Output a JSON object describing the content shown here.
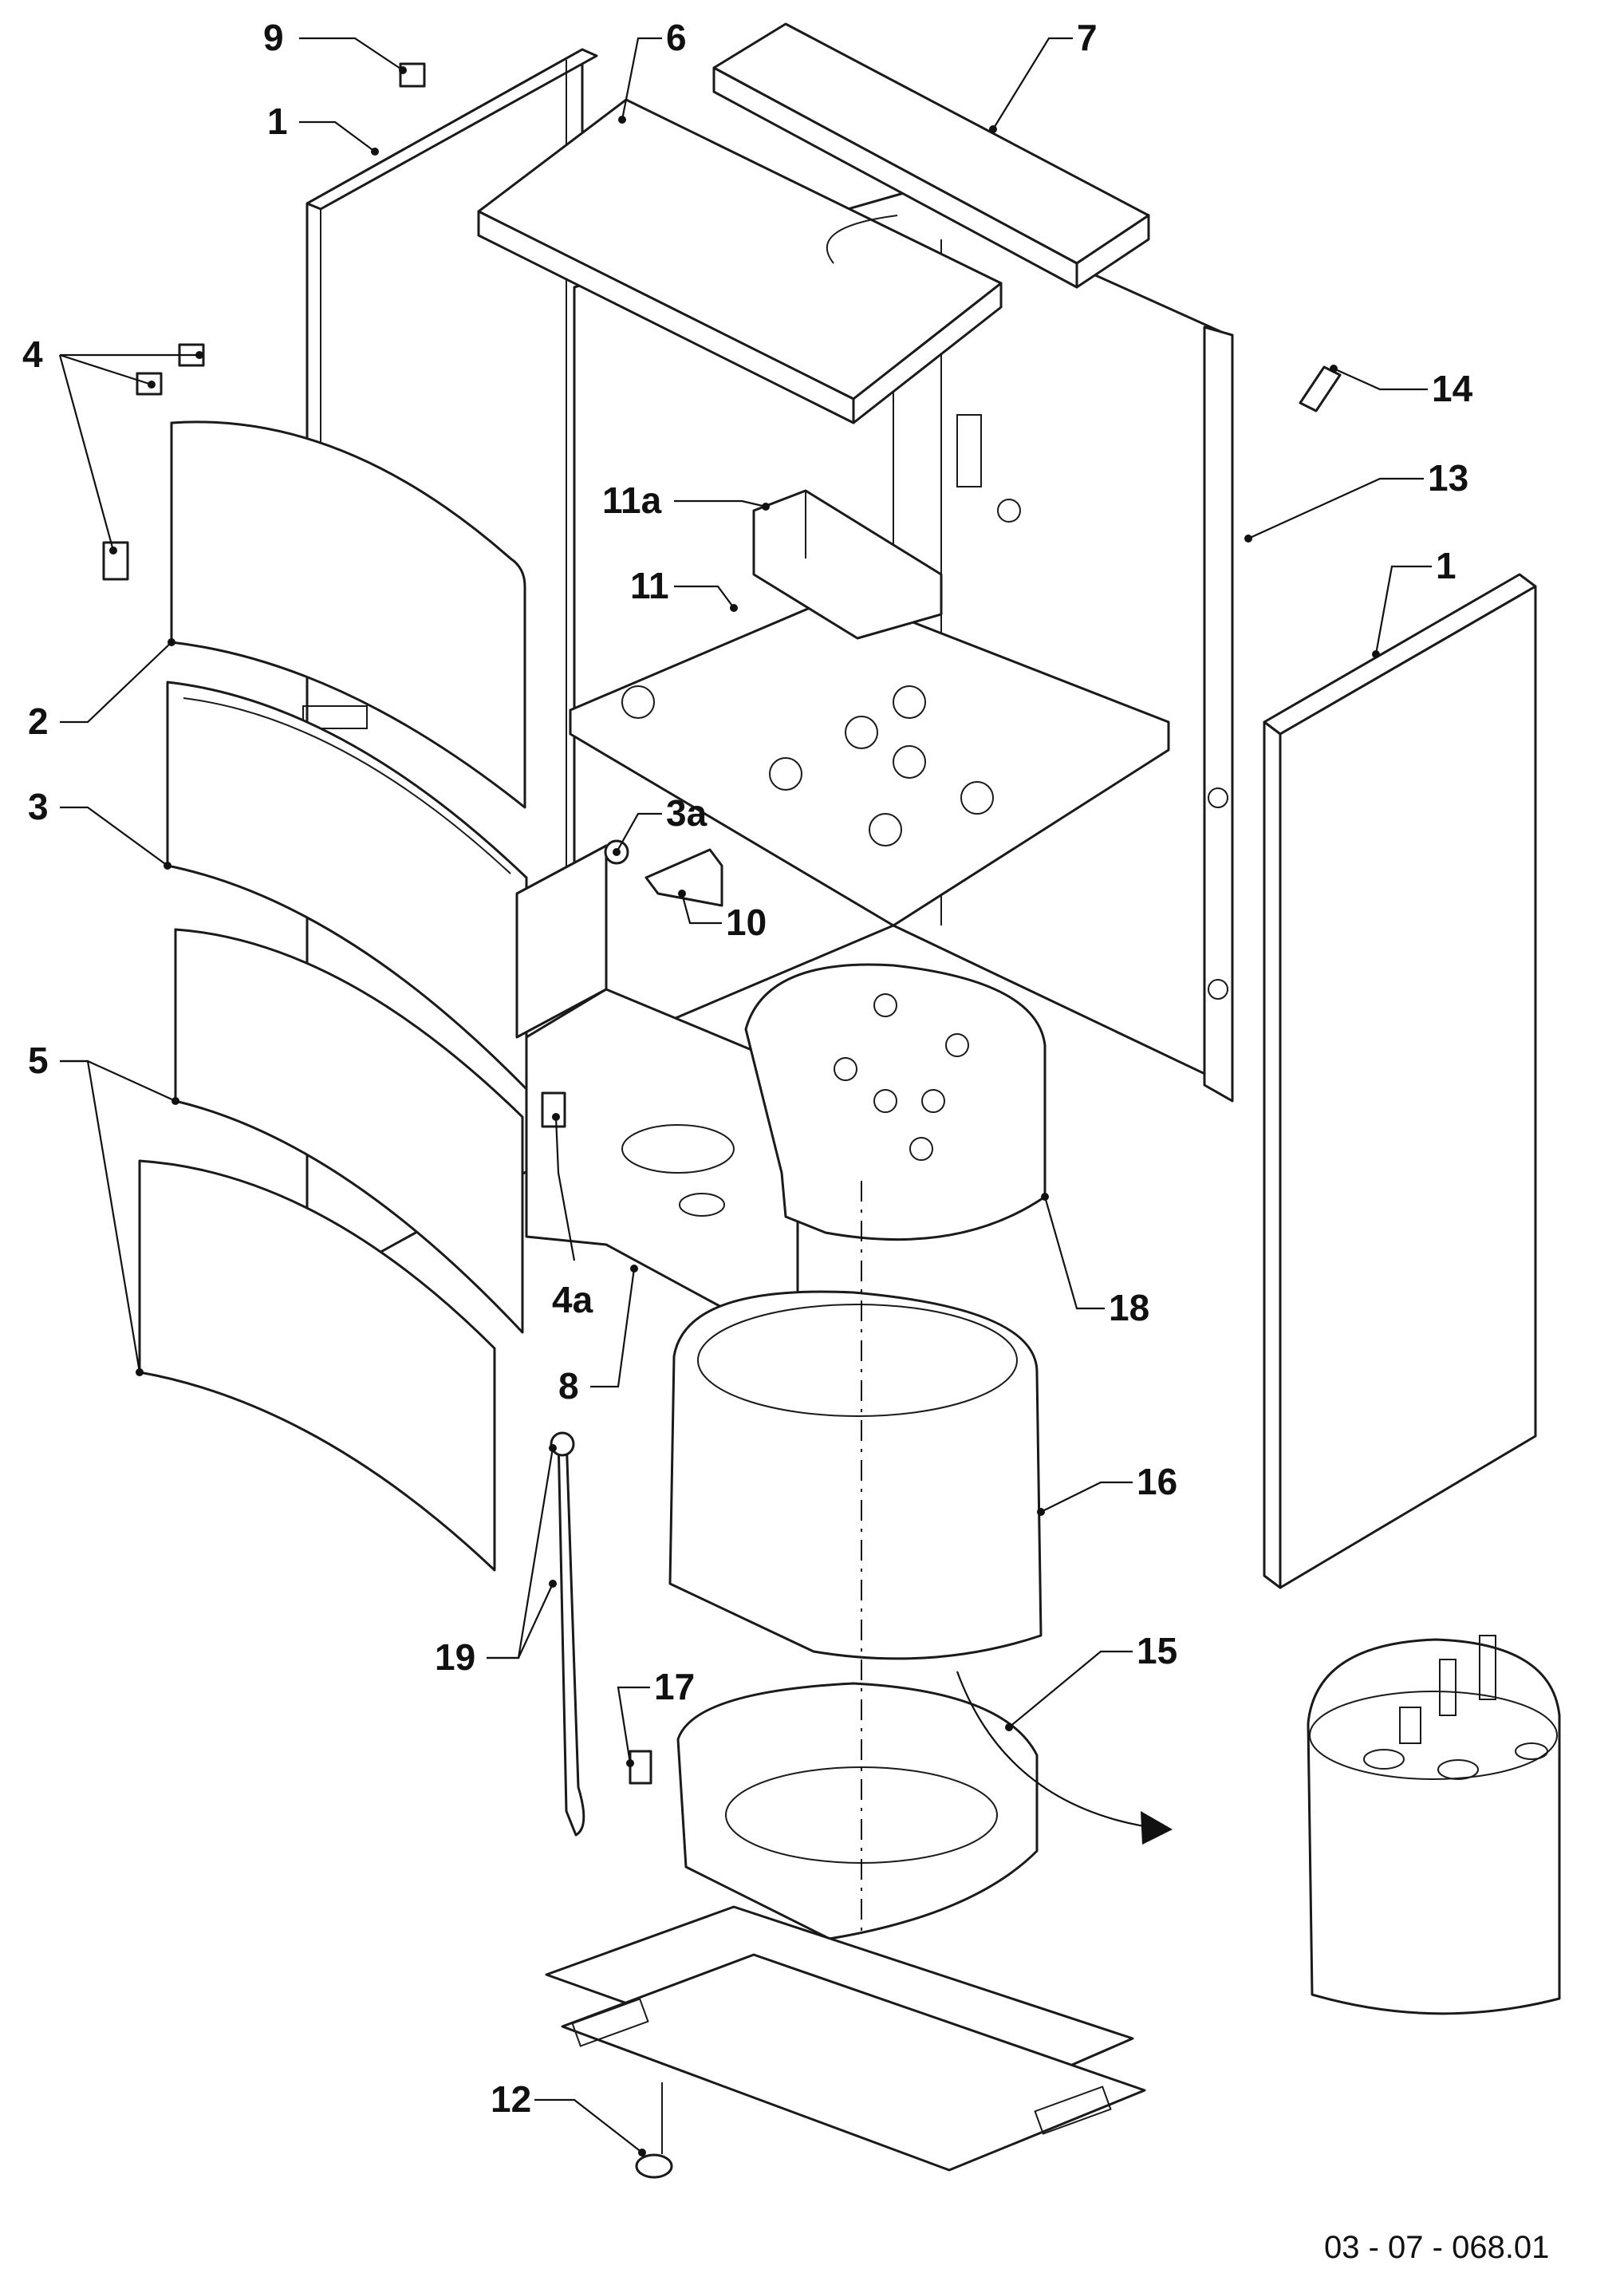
{
  "drawing_reference": "03 - 07 - 068.01",
  "callouts": [
    {
      "id": "c9",
      "label": "9"
    },
    {
      "id": "c1-left",
      "label": "1"
    },
    {
      "id": "c6",
      "label": "6"
    },
    {
      "id": "c7",
      "label": "7"
    },
    {
      "id": "c4",
      "label": "4"
    },
    {
      "id": "c14",
      "label": "14"
    },
    {
      "id": "c13",
      "label": "13"
    },
    {
      "id": "c11a",
      "label": "11a"
    },
    {
      "id": "c11",
      "label": "11"
    },
    {
      "id": "c1-right",
      "label": "1"
    },
    {
      "id": "c2",
      "label": "2"
    },
    {
      "id": "c3",
      "label": "3"
    },
    {
      "id": "c3a",
      "label": "3a"
    },
    {
      "id": "c10",
      "label": "10"
    },
    {
      "id": "c5",
      "label": "5"
    },
    {
      "id": "c4a",
      "label": "4a"
    },
    {
      "id": "c18",
      "label": "18"
    },
    {
      "id": "c8",
      "label": "8"
    },
    {
      "id": "c16",
      "label": "16"
    },
    {
      "id": "c19",
      "label": "19"
    },
    {
      "id": "c17",
      "label": "17"
    },
    {
      "id": "c15",
      "label": "15"
    },
    {
      "id": "c12",
      "label": "12"
    }
  ]
}
